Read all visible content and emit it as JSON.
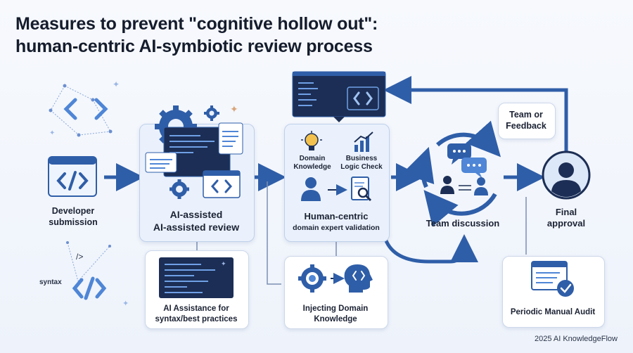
{
  "title": {
    "line1": "Measures to prevent \"cognitive hollow out\":",
    "line2": "human-centric AI-symbiotic review process"
  },
  "developer": {
    "label_line1": "Developer",
    "label_line2": "submission"
  },
  "decor": {
    "close_tag": "/>",
    "syntax": "syntax"
  },
  "ai_review": {
    "label_line1": "AI-assisted",
    "label_line2": "AI-assisted review"
  },
  "ai_assistance": {
    "label_line1": "AI Assistance for",
    "label_line2": "syntax/best practices"
  },
  "human": {
    "domain_line1": "Domain",
    "domain_line2": "Knowledge",
    "logic_line1": "Business",
    "logic_line2": "Logic Check",
    "label_line1": "Human-centric",
    "label_line2": "domain expert validation"
  },
  "injecting": {
    "label_line1": "Injecting Domain",
    "label_line2": "Knowledge"
  },
  "team": {
    "label": "Team discussion"
  },
  "feedback": {
    "line1": "Team or",
    "line2": "Feedback"
  },
  "final": {
    "line1": "Final",
    "line2": "approval"
  },
  "audit": {
    "label": "Periodic Manual Audit"
  },
  "footer": {
    "text": "2025 AI KnowledgeFlow"
  },
  "colors": {
    "primary": "#2f5ea8",
    "dark_navy": "#1c2e55",
    "light_card": "#eaf1fc",
    "accent_blue": "#4f86d6"
  },
  "icons": [
    "code-window-icon",
    "gear-icon",
    "lightbulb-icon",
    "chart-icon",
    "person-icon",
    "magnifier-clipboard-icon",
    "chat-bubbles-icon",
    "user-avatar-icon",
    "report-check-icon",
    "head-brain-icon"
  ]
}
